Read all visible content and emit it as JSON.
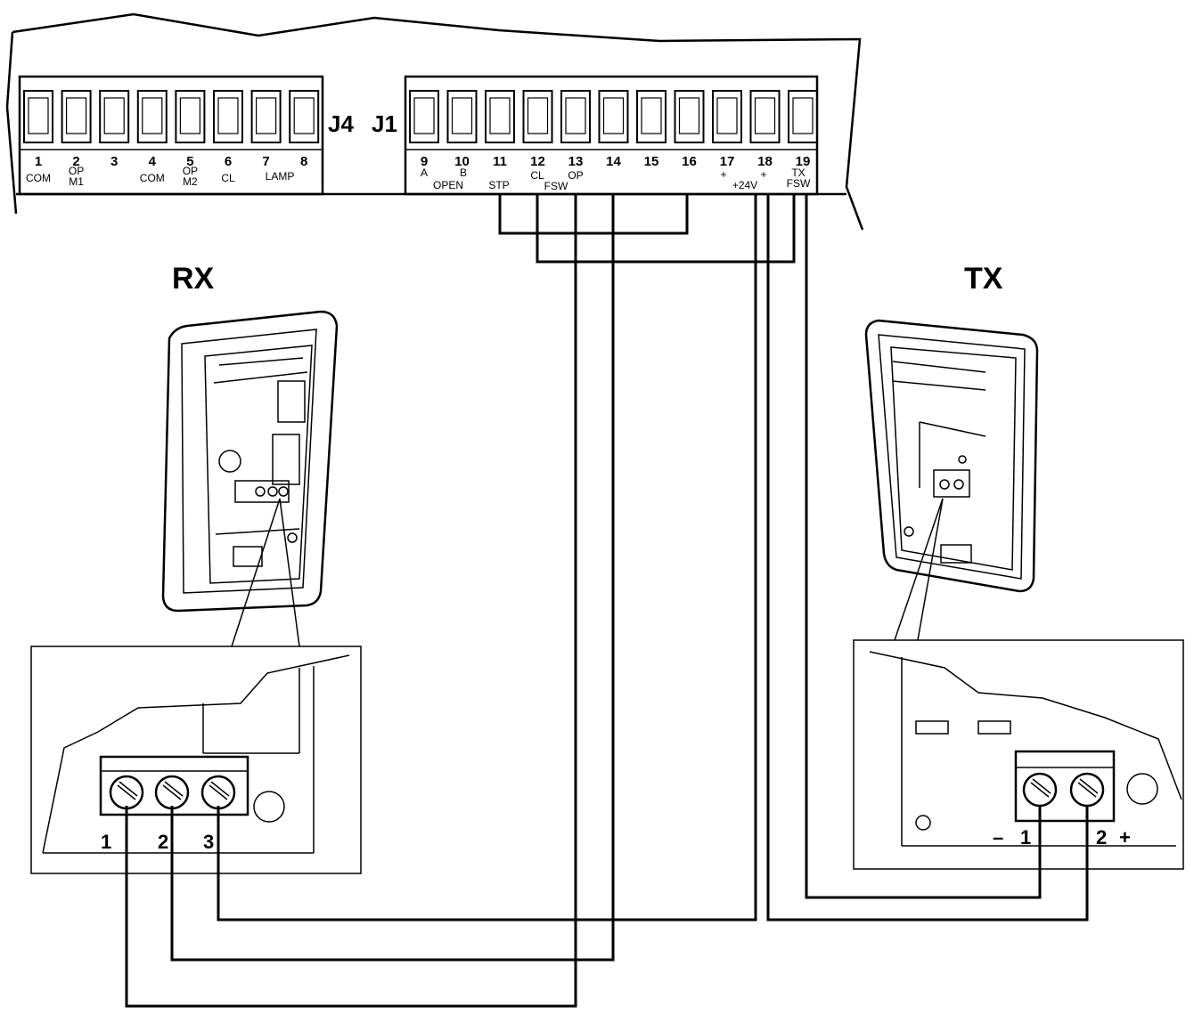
{
  "board": {
    "j4": {
      "label": "J4",
      "terminals": [
        {
          "num": "1",
          "l1": "COM",
          "l2": ""
        },
        {
          "num": "2",
          "l1": "OP",
          "l2": "M1"
        },
        {
          "num": "3",
          "l1": "",
          "l2": ""
        },
        {
          "num": "4",
          "l1": "COM",
          "l2": ""
        },
        {
          "num": "5",
          "l1": "OP",
          "l2": "M2"
        },
        {
          "num": "6",
          "l1": "CL",
          "l2": ""
        },
        {
          "num": "7",
          "l1": "",
          "l2": ""
        },
        {
          "num": "8",
          "l1": "",
          "l2": ""
        }
      ],
      "lamp_label": "LAMP"
    },
    "j1": {
      "label": "J1",
      "terminals": [
        {
          "num": "9"
        },
        {
          "num": "10"
        },
        {
          "num": "11"
        },
        {
          "num": "12"
        },
        {
          "num": "13"
        },
        {
          "num": "14"
        },
        {
          "num": "15"
        },
        {
          "num": "16"
        },
        {
          "num": "17"
        },
        {
          "num": "18"
        },
        {
          "num": "19"
        }
      ],
      "labels": {
        "a": "A",
        "open": "OPEN",
        "b": "B",
        "stp": "STP",
        "cl": "CL",
        "fsw": "FSW",
        "op": "OP",
        "plus17": "+",
        "v24": "+24V",
        "plus18": "+",
        "tx": "TX",
        "fsw19": "FSW"
      }
    }
  },
  "rx": {
    "title": "RX",
    "terminals": [
      "1",
      "2",
      "3"
    ]
  },
  "tx": {
    "title": "TX",
    "minus": "–",
    "plus": "+",
    "terminals": [
      "1",
      "2"
    ]
  }
}
